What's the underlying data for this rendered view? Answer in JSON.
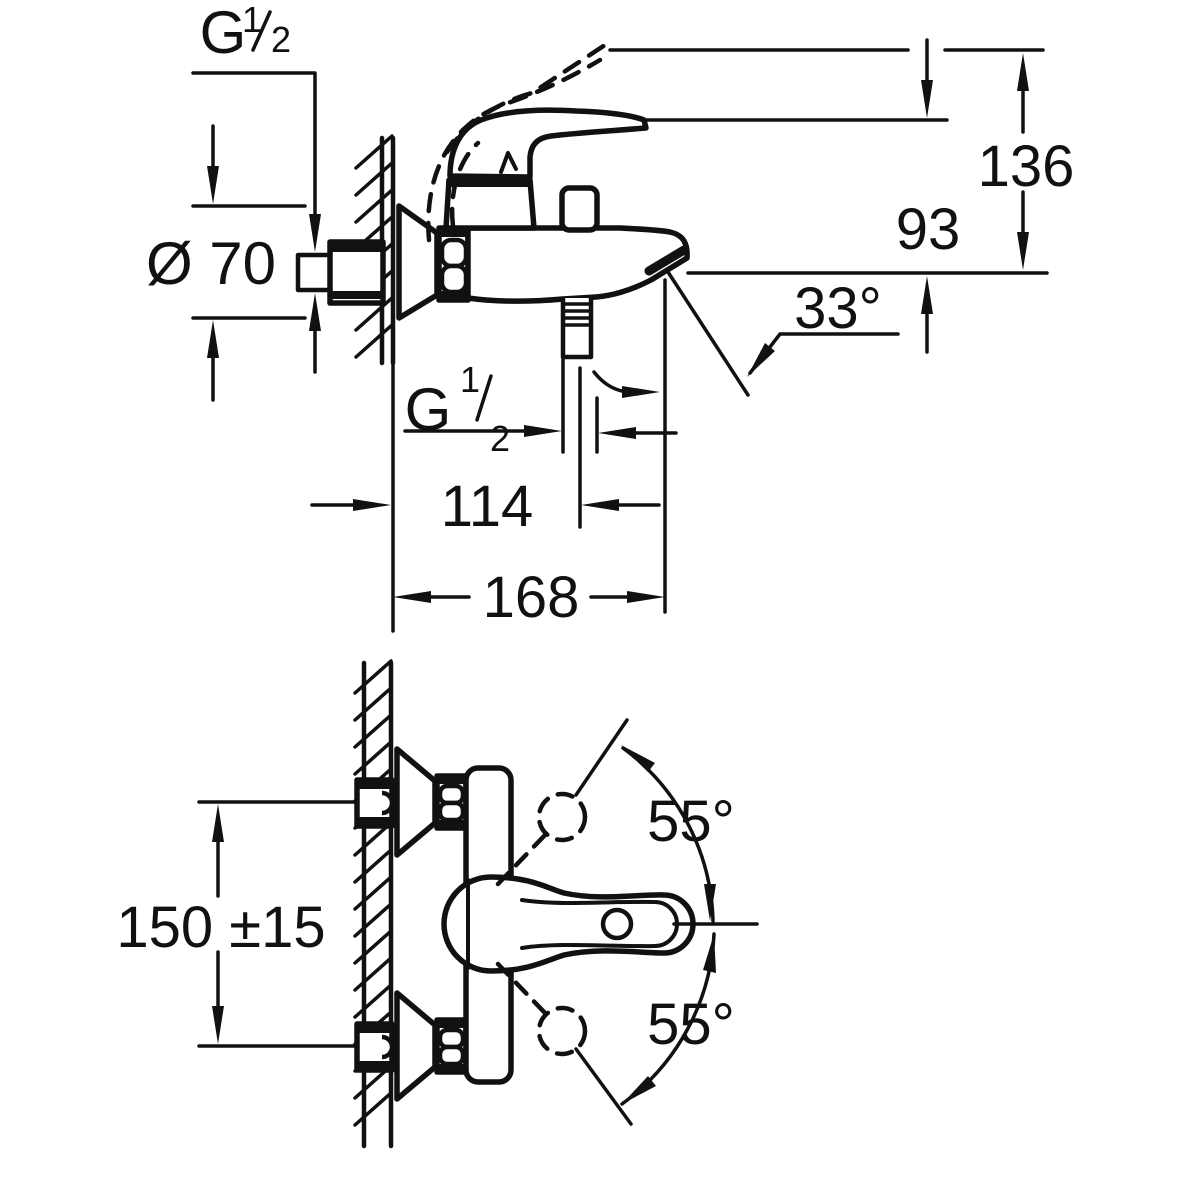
{
  "colors": {
    "background": "#ffffff",
    "line": "#111111"
  },
  "side_view": {
    "inlet_thread": {
      "prefix": "G",
      "numerator": "1",
      "denominator": "2"
    },
    "flange_diameter": "Ø 70",
    "height_to_open_lever": "136",
    "height_to_closed_lever": "93",
    "spout_angle": "33°",
    "outlet_thread": {
      "prefix": "G",
      "numerator": "1",
      "denominator": "2"
    },
    "wall_to_outlet_axis": "114",
    "wall_to_spout_tip": "168"
  },
  "plan_view": {
    "inlet_spacing": "150 ±15",
    "lever_swivel_upper": "55°",
    "lever_swivel_lower": "55°"
  }
}
